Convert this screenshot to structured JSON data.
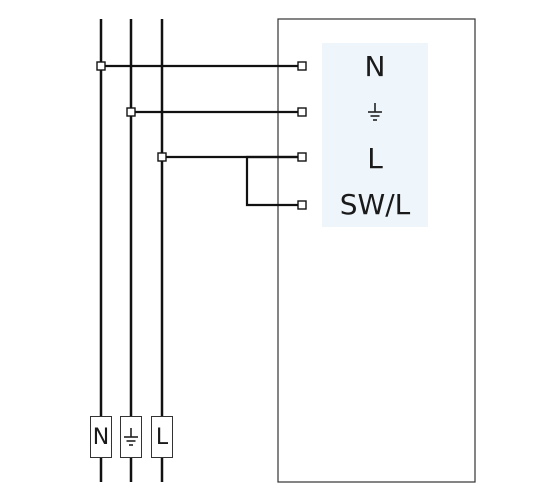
{
  "device": {
    "terminals": [
      {
        "key": "N",
        "label": "N",
        "symbol": false
      },
      {
        "key": "ground",
        "label": "",
        "symbol": "ground-icon"
      },
      {
        "key": "L",
        "label": "L",
        "symbol": false
      },
      {
        "key": "SW_L",
        "label": "SW/L",
        "symbol": false
      }
    ]
  },
  "bus": {
    "tags": [
      {
        "key": "N",
        "label": "N",
        "symbol": false
      },
      {
        "key": "ground",
        "label": "",
        "symbol": "ground-icon"
      },
      {
        "key": "L",
        "label": "L",
        "symbol": false
      }
    ]
  },
  "colors": {
    "wire": "#111111",
    "terminal_bg": "#eef5fb"
  }
}
